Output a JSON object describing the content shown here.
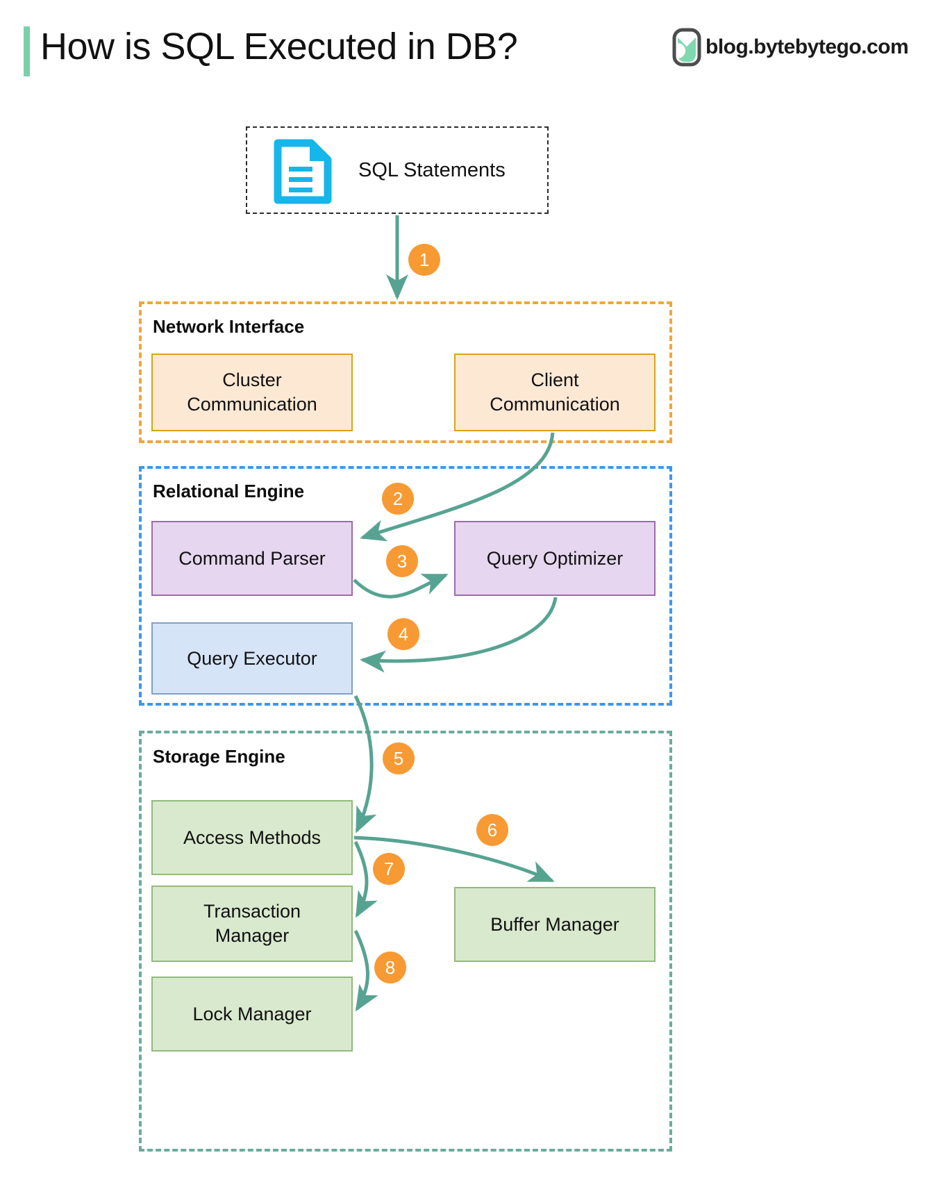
{
  "header": {
    "title": "How is SQL Executed in DB?",
    "brand": "blog.bytebytego.com",
    "accent_bar_color": "#7ccfaa",
    "logo_color": "#7fd9b0"
  },
  "source": {
    "label": "SQL Statements",
    "icon": "document-icon",
    "icon_color": "#16b6ea",
    "border_style": "dashed-black"
  },
  "groups": [
    {
      "id": "network-interface",
      "label": "Network Interface",
      "border_color": "#f0a639",
      "nodes": [
        {
          "id": "cluster-communication",
          "label": "Cluster\nCommunication",
          "fill": "#fde8d3",
          "stroke": "#d9a318"
        },
        {
          "id": "client-communication",
          "label": "Client\nCommunication",
          "fill": "#fde8d3",
          "stroke": "#d9a318"
        }
      ]
    },
    {
      "id": "relational-engine",
      "label": "Relational Engine",
      "border_color": "#3d97ee",
      "nodes": [
        {
          "id": "command-parser",
          "label": "Command Parser",
          "fill": "#e6d6ef",
          "stroke": "#9b6bab"
        },
        {
          "id": "query-optimizer",
          "label": "Query Optimizer",
          "fill": "#e6d6ef",
          "stroke": "#9b6bab"
        },
        {
          "id": "query-executor",
          "label": "Query Executor",
          "fill": "#d6e4f7",
          "stroke": "#7f9fc9"
        }
      ]
    },
    {
      "id": "storage-engine",
      "label": "Storage Engine",
      "border_color": "#6aab9c",
      "nodes": [
        {
          "id": "access-methods",
          "label": "Access Methods",
          "fill": "#d9e9cd",
          "stroke": "#92b97c"
        },
        {
          "id": "transaction-manager",
          "label": "Transaction\nManager",
          "fill": "#d9e9cd",
          "stroke": "#92b97c"
        },
        {
          "id": "lock-manager",
          "label": "Lock Manager",
          "fill": "#d9e9cd",
          "stroke": "#92b97c"
        },
        {
          "id": "buffer-manager",
          "label": "Buffer Manager",
          "fill": "#d9e9cd",
          "stroke": "#92b97c"
        }
      ]
    }
  ],
  "nodes": {
    "cluster_communication_line1": "Cluster",
    "cluster_communication_line2": "Communication",
    "client_communication_line1": "Client",
    "client_communication_line2": "Communication",
    "command_parser": "Command Parser",
    "query_optimizer": "Query Optimizer",
    "query_executor": "Query Executor",
    "access_methods": "Access Methods",
    "transaction_manager_line1": "Transaction",
    "transaction_manager_line2": "Manager",
    "lock_manager": "Lock Manager",
    "buffer_manager": "Buffer Manager"
  },
  "group_labels": {
    "network_interface": "Network Interface",
    "relational_engine": "Relational Engine",
    "storage_engine": "Storage Engine"
  },
  "steps": [
    {
      "n": "1",
      "from": "sql-statements",
      "to": "network-interface"
    },
    {
      "n": "2",
      "from": "client-communication",
      "to": "command-parser"
    },
    {
      "n": "3",
      "from": "command-parser",
      "to": "query-optimizer"
    },
    {
      "n": "4",
      "from": "query-optimizer",
      "to": "query-executor"
    },
    {
      "n": "5",
      "from": "query-executor",
      "to": "access-methods"
    },
    {
      "n": "6",
      "from": "access-methods",
      "to": "buffer-manager"
    },
    {
      "n": "7",
      "from": "access-methods",
      "to": "transaction-manager"
    },
    {
      "n": "8",
      "from": "transaction-manager",
      "to": "lock-manager"
    }
  ],
  "step_labels": {
    "s1": "1",
    "s2": "2",
    "s3": "3",
    "s4": "4",
    "s5": "5",
    "s6": "6",
    "s7": "7",
    "s8": "8"
  },
  "colors": {
    "arrow": "#57a392",
    "badge": "#f79a33",
    "badge_text": "#ffffff"
  }
}
